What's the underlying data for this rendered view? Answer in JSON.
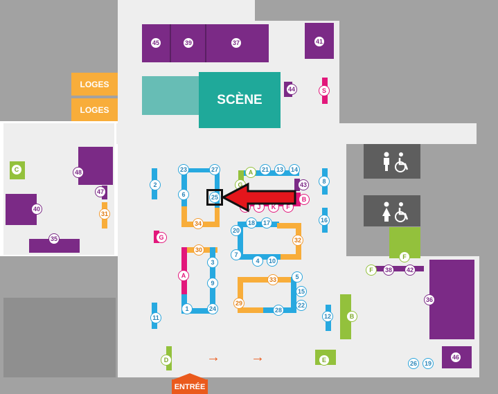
{
  "colors": {
    "purple": "#7b2a86",
    "blue": "#27a9e0",
    "orange": "#f8ad3a",
    "pink": "#e2177b",
    "green": "#93c13c",
    "teal": "#1fa99a",
    "entree": "#ea5a1c",
    "red_arrow": "#e3161c"
  },
  "labels": {
    "scene": "SCÈNE",
    "loges_1": "LOGES",
    "loges_2": "LOGES",
    "entree": "ENTRÉE"
  },
  "icons": {
    "toilets_top": "toilet-wheelchair-icon",
    "toilets_bottom": "toilet-wheelchair-icon",
    "arrow_right": "→",
    "highlight_arrow": "red-pointer-arrow-icon"
  },
  "stands": {
    "s45": "45",
    "s39": "39",
    "s37": "37",
    "s41": "41",
    "s44": "44",
    "sS": "S",
    "sC": "C",
    "s48": "48",
    "s47": "47",
    "s31": "31",
    "s40": "40",
    "s35": "35",
    "s23": "23",
    "s27": "27",
    "s6": "6",
    "s25": "25",
    "s34": "34",
    "s2": "2",
    "sG": "G",
    "sA1": "A",
    "s21": "21",
    "s13": "13",
    "s14": "14",
    "sG2": "G",
    "s43": "43",
    "sB1": "B",
    "sCp": "C",
    "sJ": "J",
    "sK": "K",
    "sF": "F",
    "s8": "8",
    "s16": "16",
    "s20": "20",
    "s18": "18",
    "s17": "17",
    "s32": "32",
    "s7": "7",
    "s4": "4",
    "s10": "10",
    "s30": "30",
    "s3": "3",
    "sA2": "A",
    "s9": "9",
    "s1": "1",
    "s24": "24",
    "s33": "33",
    "s5": "5",
    "s15": "15",
    "s29": "29",
    "s28": "28",
    "s22": "22",
    "s11": "11",
    "s12": "12",
    "sB2": "B",
    "sF2": "F",
    "sF3": "F",
    "s38": "38",
    "s42": "42",
    "s36": "36",
    "s46": "46",
    "s26": "26",
    "s19": "19",
    "sD": "D",
    "sE": "E"
  }
}
